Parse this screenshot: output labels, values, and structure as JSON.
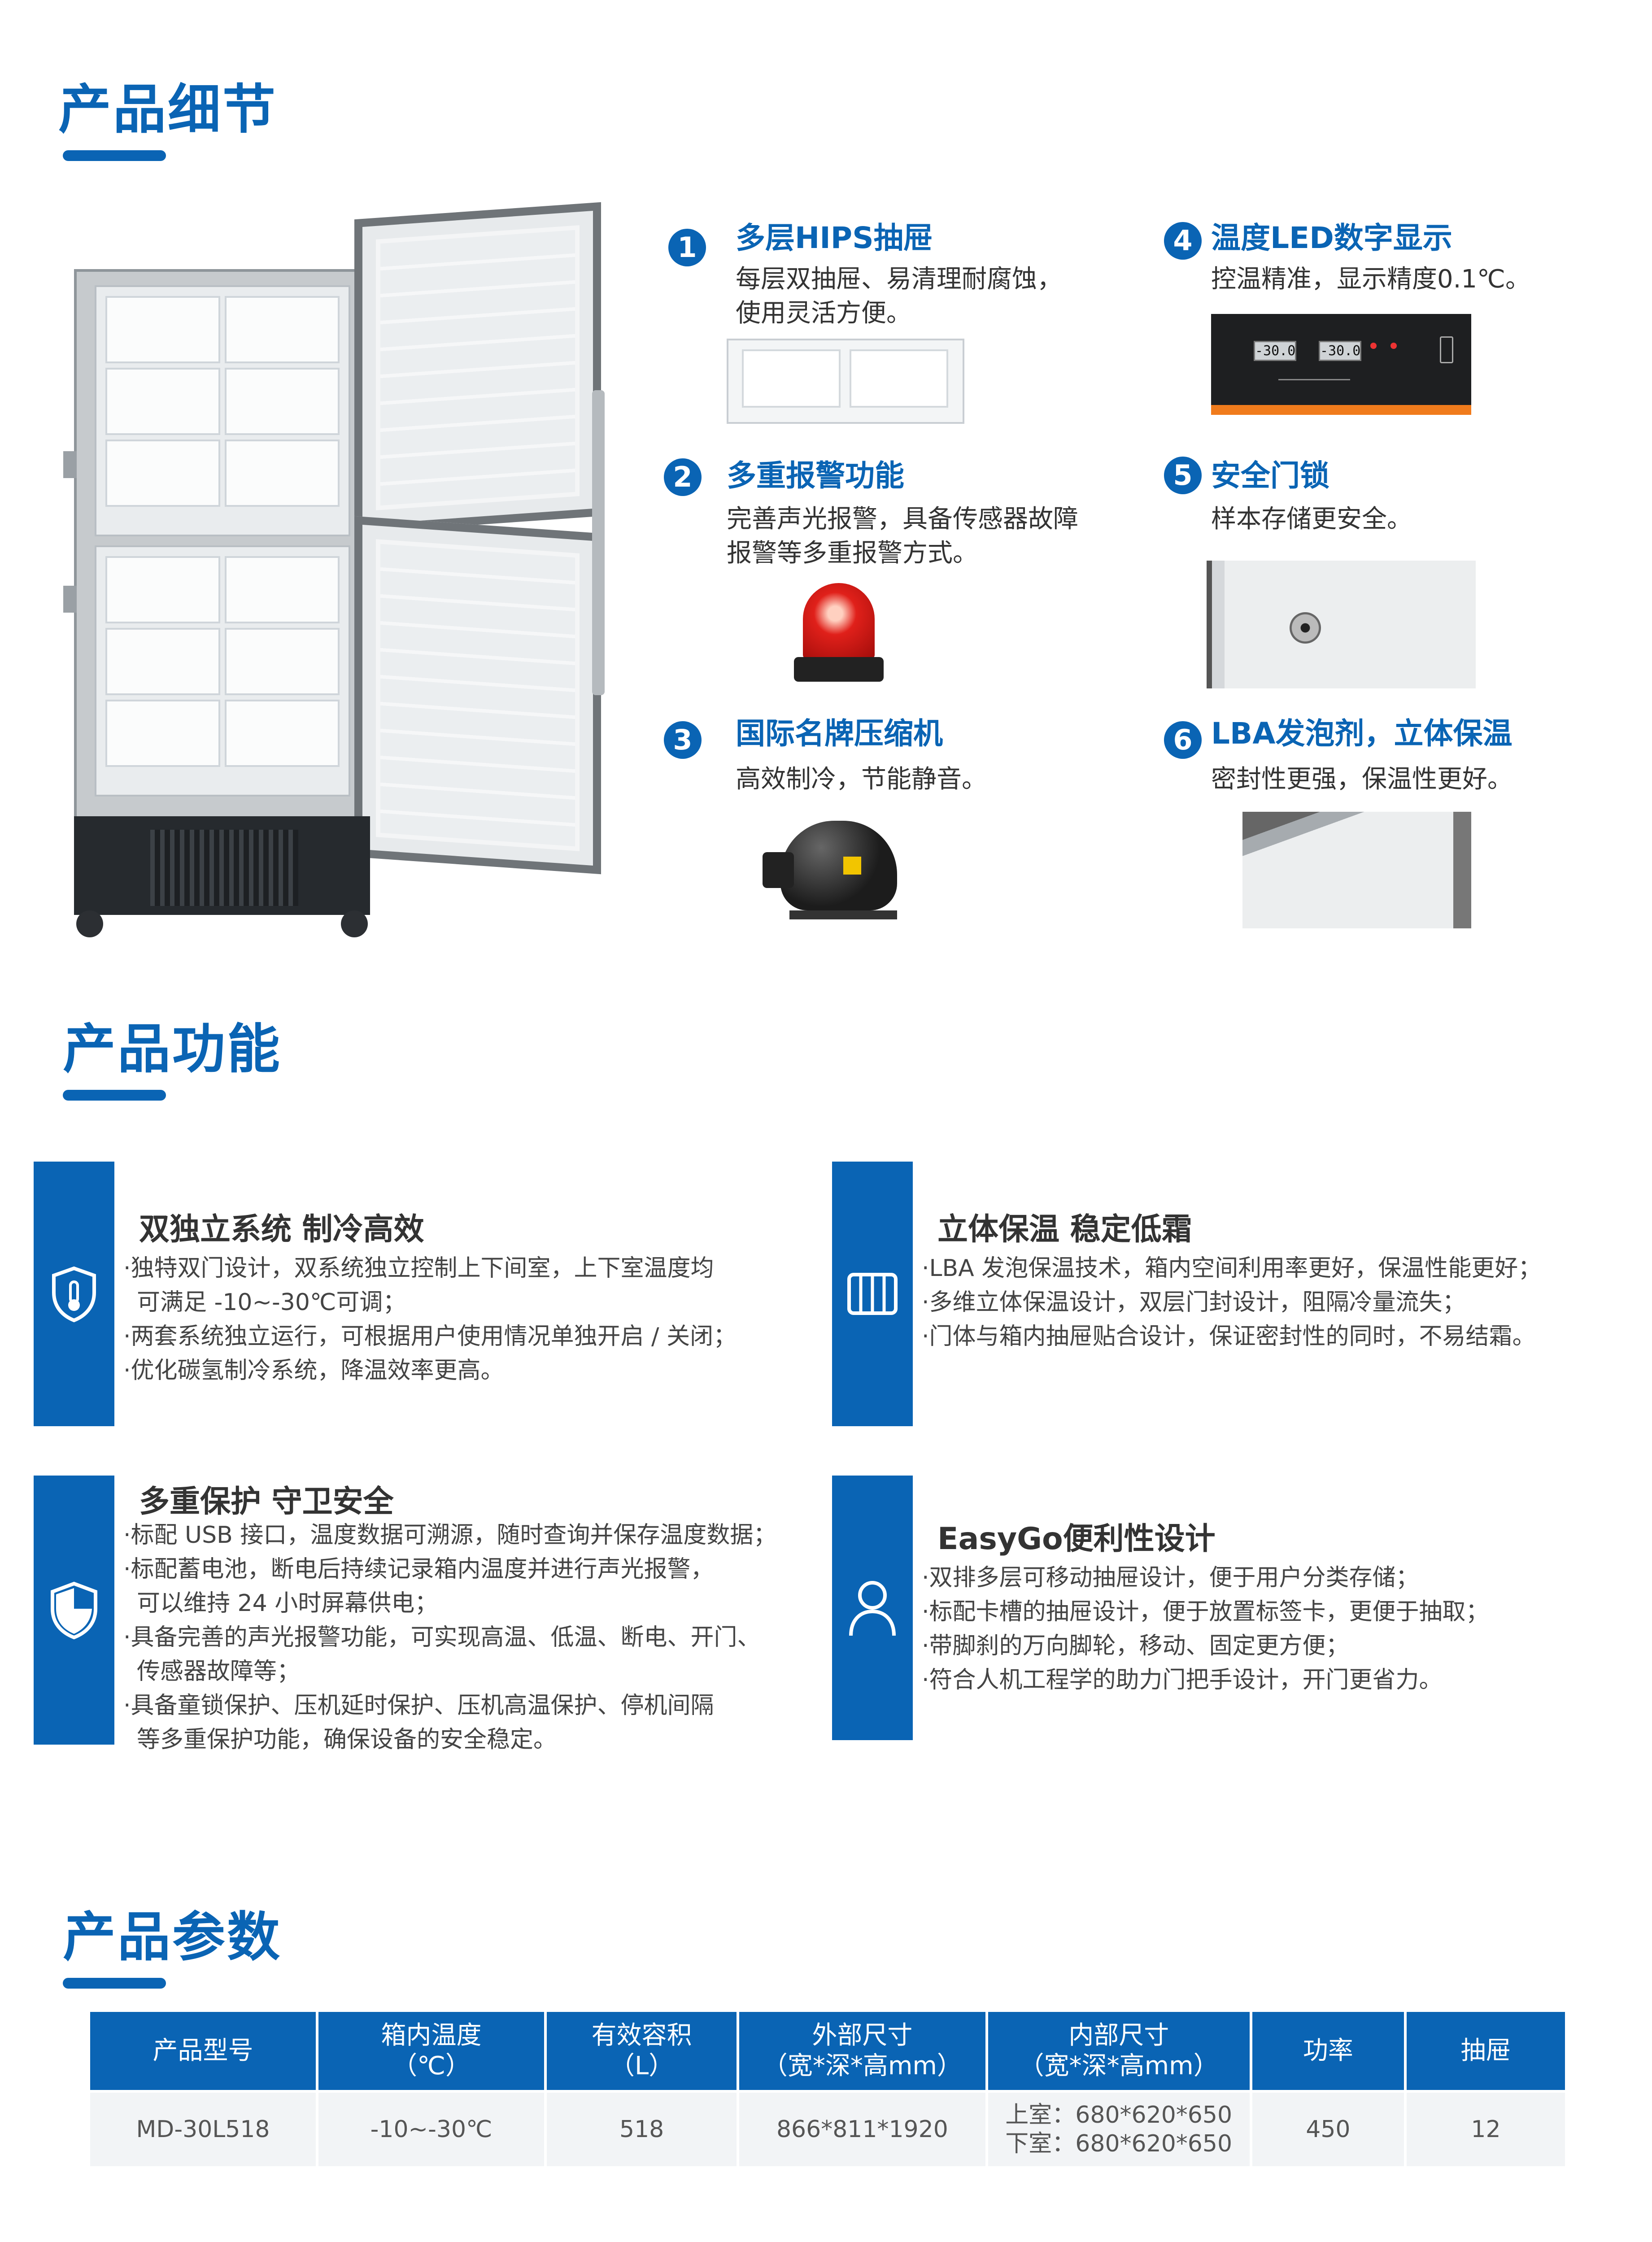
{
  "sections": {
    "details_title": "产品细节",
    "functions_title": "产品功能",
    "params_title": "产品参数"
  },
  "colors": {
    "brand": "#0a64b4"
  },
  "details": [
    {
      "num": "1",
      "title": "多层HIPS抽屉",
      "desc": [
        "每层双抽屉、易清理耐腐蚀，",
        "使用灵活方便。"
      ]
    },
    {
      "num": "2",
      "title": "多重报警功能",
      "desc": [
        "完善声光报警，具备传感器故障",
        "报警等多重报警方式。"
      ]
    },
    {
      "num": "3",
      "title": "国际名牌压缩机",
      "desc": [
        "高效制冷，节能静音。"
      ]
    },
    {
      "num": "4",
      "title": "温度LED数字显示",
      "desc": [
        "控温精准，显示精度0.1℃。"
      ]
    },
    {
      "num": "5",
      "title": "安全门锁",
      "desc": [
        "样本存储更安全。"
      ]
    },
    {
      "num": "6",
      "title": "LBA发泡剂，立体保温",
      "desc": [
        "密封性更强，保温性更好。"
      ]
    }
  ],
  "display_panel": {
    "upper_value": "-30.0",
    "lower_value": "-30.0"
  },
  "features": [
    {
      "icon": "thermometer-shield-icon",
      "title": "双独立系统 制冷高效",
      "lines": [
        "·独特双门设计，双系统独立控制上下间室，上下室温度均",
        "可满足 -10~-30℃可调；",
        "·两套系统独立运行，可根据用户使用情况单独开启 / 关闭；",
        "·优化碳氢制冷系统，降温效率更高。"
      ]
    },
    {
      "icon": "insulation-icon",
      "title": "立体保温 稳定低霜",
      "lines": [
        "·LBA 发泡保温技术，箱内空间利用率更好，保温性能更好；",
        "·多维立体保温设计，双层门封设计，阻隔冷量流失；",
        "·门体与箱内抽屉贴合设计，保证密封性的同时，不易结霜。"
      ]
    },
    {
      "icon": "shield-icon",
      "title": "多重保护  守卫安全",
      "lines": [
        "·标配 USB 接口，温度数据可溯源，随时查询并保存温度数据；",
        "·标配蓄电池，断电后持续记录箱内温度并进行声光报警，",
        "可以维持 24 小时屏幕供电；",
        "·具备完善的声光报警功能，可实现高温、低温、断电、开门、",
        "传感器故障等；",
        "·具备童锁保护、压机延时保护、压机高温保护、停机间隔",
        "等多重保护功能，确保设备的安全稳定。"
      ]
    },
    {
      "icon": "user-icon",
      "title": "EasyGo便利性设计",
      "lines": [
        "·双排多层可移动抽屉设计，便于用户分类存储；",
        "·标配卡槽的抽屉设计，便于放置标签卡，更便于抽取；",
        "·带脚刹的万向脚轮，移动、固定更方便；",
        "·符合人机工程学的助力门把手设计，开门更省力。"
      ]
    }
  ],
  "table": {
    "headers": [
      [
        "产品型号"
      ],
      [
        "箱内温度",
        "（℃）"
      ],
      [
        "有效容积",
        "（L）"
      ],
      [
        "外部尺寸",
        "（宽*深*高mm）"
      ],
      [
        "内部尺寸",
        "（宽*深*高mm）"
      ],
      [
        "功率"
      ],
      [
        "抽屉"
      ]
    ],
    "row": [
      [
        "MD-30L518"
      ],
      [
        "-10~-30℃"
      ],
      [
        "518"
      ],
      [
        "866*811*1920"
      ],
      [
        "上室：680*620*650",
        "下室：680*620*650"
      ],
      [
        "450"
      ],
      [
        "12"
      ]
    ]
  }
}
